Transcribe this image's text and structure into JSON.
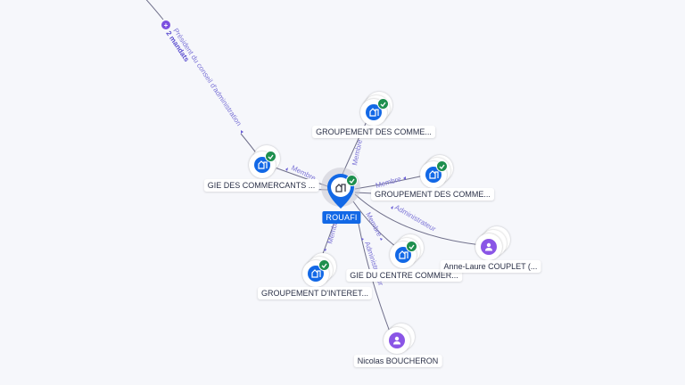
{
  "center": {
    "name": "ROUAFI",
    "type": "company",
    "verified": true
  },
  "nodes": [
    {
      "id": "n1",
      "name": "GROUPEMENT DES COMME...",
      "type": "company",
      "verified": true
    },
    {
      "id": "n2",
      "name": "GIE DES COMMERCANTS ...",
      "type": "company",
      "verified": true
    },
    {
      "id": "n3",
      "name": "GROUPEMENT DES COMME...",
      "type": "company",
      "verified": true
    },
    {
      "id": "n4",
      "name": "GIE DU CENTRE COMMER...",
      "type": "company",
      "verified": true
    },
    {
      "id": "n5",
      "name": "GROUPEMENT D'INTERET...",
      "type": "company",
      "verified": true
    },
    {
      "id": "n6",
      "name": "Anne-Laure COUPLET (...",
      "type": "person"
    },
    {
      "id": "n7",
      "name": "Nicolas BOUCHERON",
      "type": "person"
    }
  ],
  "edges": [
    {
      "role": "Président du conseil d'administration",
      "extra": "2 mandats",
      "badge": "+"
    },
    {
      "role": "Membre"
    },
    {
      "role": "Membre"
    },
    {
      "role": "Membre"
    },
    {
      "role": "Membre"
    },
    {
      "role": "Membre"
    },
    {
      "role": "Administrateur"
    },
    {
      "role": "Administrateur"
    }
  ],
  "colors": {
    "company": "#1268e6",
    "person": "#8a55e6",
    "verified": "#1e8f4e",
    "edge_label": "#7b73d6"
  }
}
